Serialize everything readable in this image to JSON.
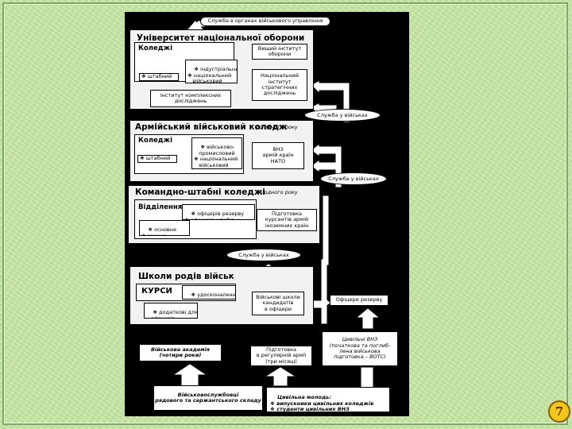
{
  "top_box": "Служба в органах військового управління",
  "university": {
    "title": "Університет національної оборони",
    "colleges": "Коледжі",
    "staff": "❖ штабний",
    "types": "❖ індустріальний\n❖ національний\n   військовий",
    "institute": "Інститут комплексних\nдосліджень",
    "higher_institute": "Вищий інститут\nоборони",
    "national_institute": "Національний\nінститут\nстратегічних\nдосліджень"
  },
  "service_1": "Служба у військах",
  "army": {
    "title": "Армійський військовий коледж",
    "duration": "до одного року",
    "colleges": "Коледжі",
    "types": "❖ військово-\n   промисловий\n❖ національний\n   військовий",
    "staff": "❖ штабний",
    "nato": "ВНЗ\nармій країн\nНАТО"
  },
  "service_2": "Служба у військах",
  "command": {
    "title": "Командно-штабні коледжі",
    "duration": "до одного року",
    "departments": "Відділення",
    "types": "❖ офіцерів резерву\n❖ офіцерів штабів",
    "basic": "❖ основне\n❖ заочне",
    "foreign": "Підготовка\nкурсантів армій\nіноземних країн"
  },
  "service_3": "Служба у військах",
  "schools": {
    "title": "Школи родів військ",
    "courses": "КУРСИ",
    "course_types": "❖ удосконалення\n❖ перепідготовки",
    "extra": "❖ додаткові для\n   офіцерів",
    "candidate_schools": "Військові школи\nкандидатів\nв офіцери"
  },
  "reserve": "Офіцери резерву",
  "civil_vnz": "Цивільні ВНЗ\n(початкова та поглиб-\nлена військова\nпідготовка – ВОТС)",
  "academy": "Військова академія\n(чотири роки)",
  "regular_army": "Підготовка\nв регулярній армії\n(три місяці)",
  "volunteers": "Військовослужбовці\nрядового та сержантського складу",
  "civil_youth": "Цивільна молодь:\n❖ випускники цивільних коледжів\n❖ студенти цивільних ВНЗ",
  "page_number": "7",
  "colors": {
    "background": "#c6e7a2",
    "figure": "#000000",
    "badge": "#f4c81a"
  }
}
